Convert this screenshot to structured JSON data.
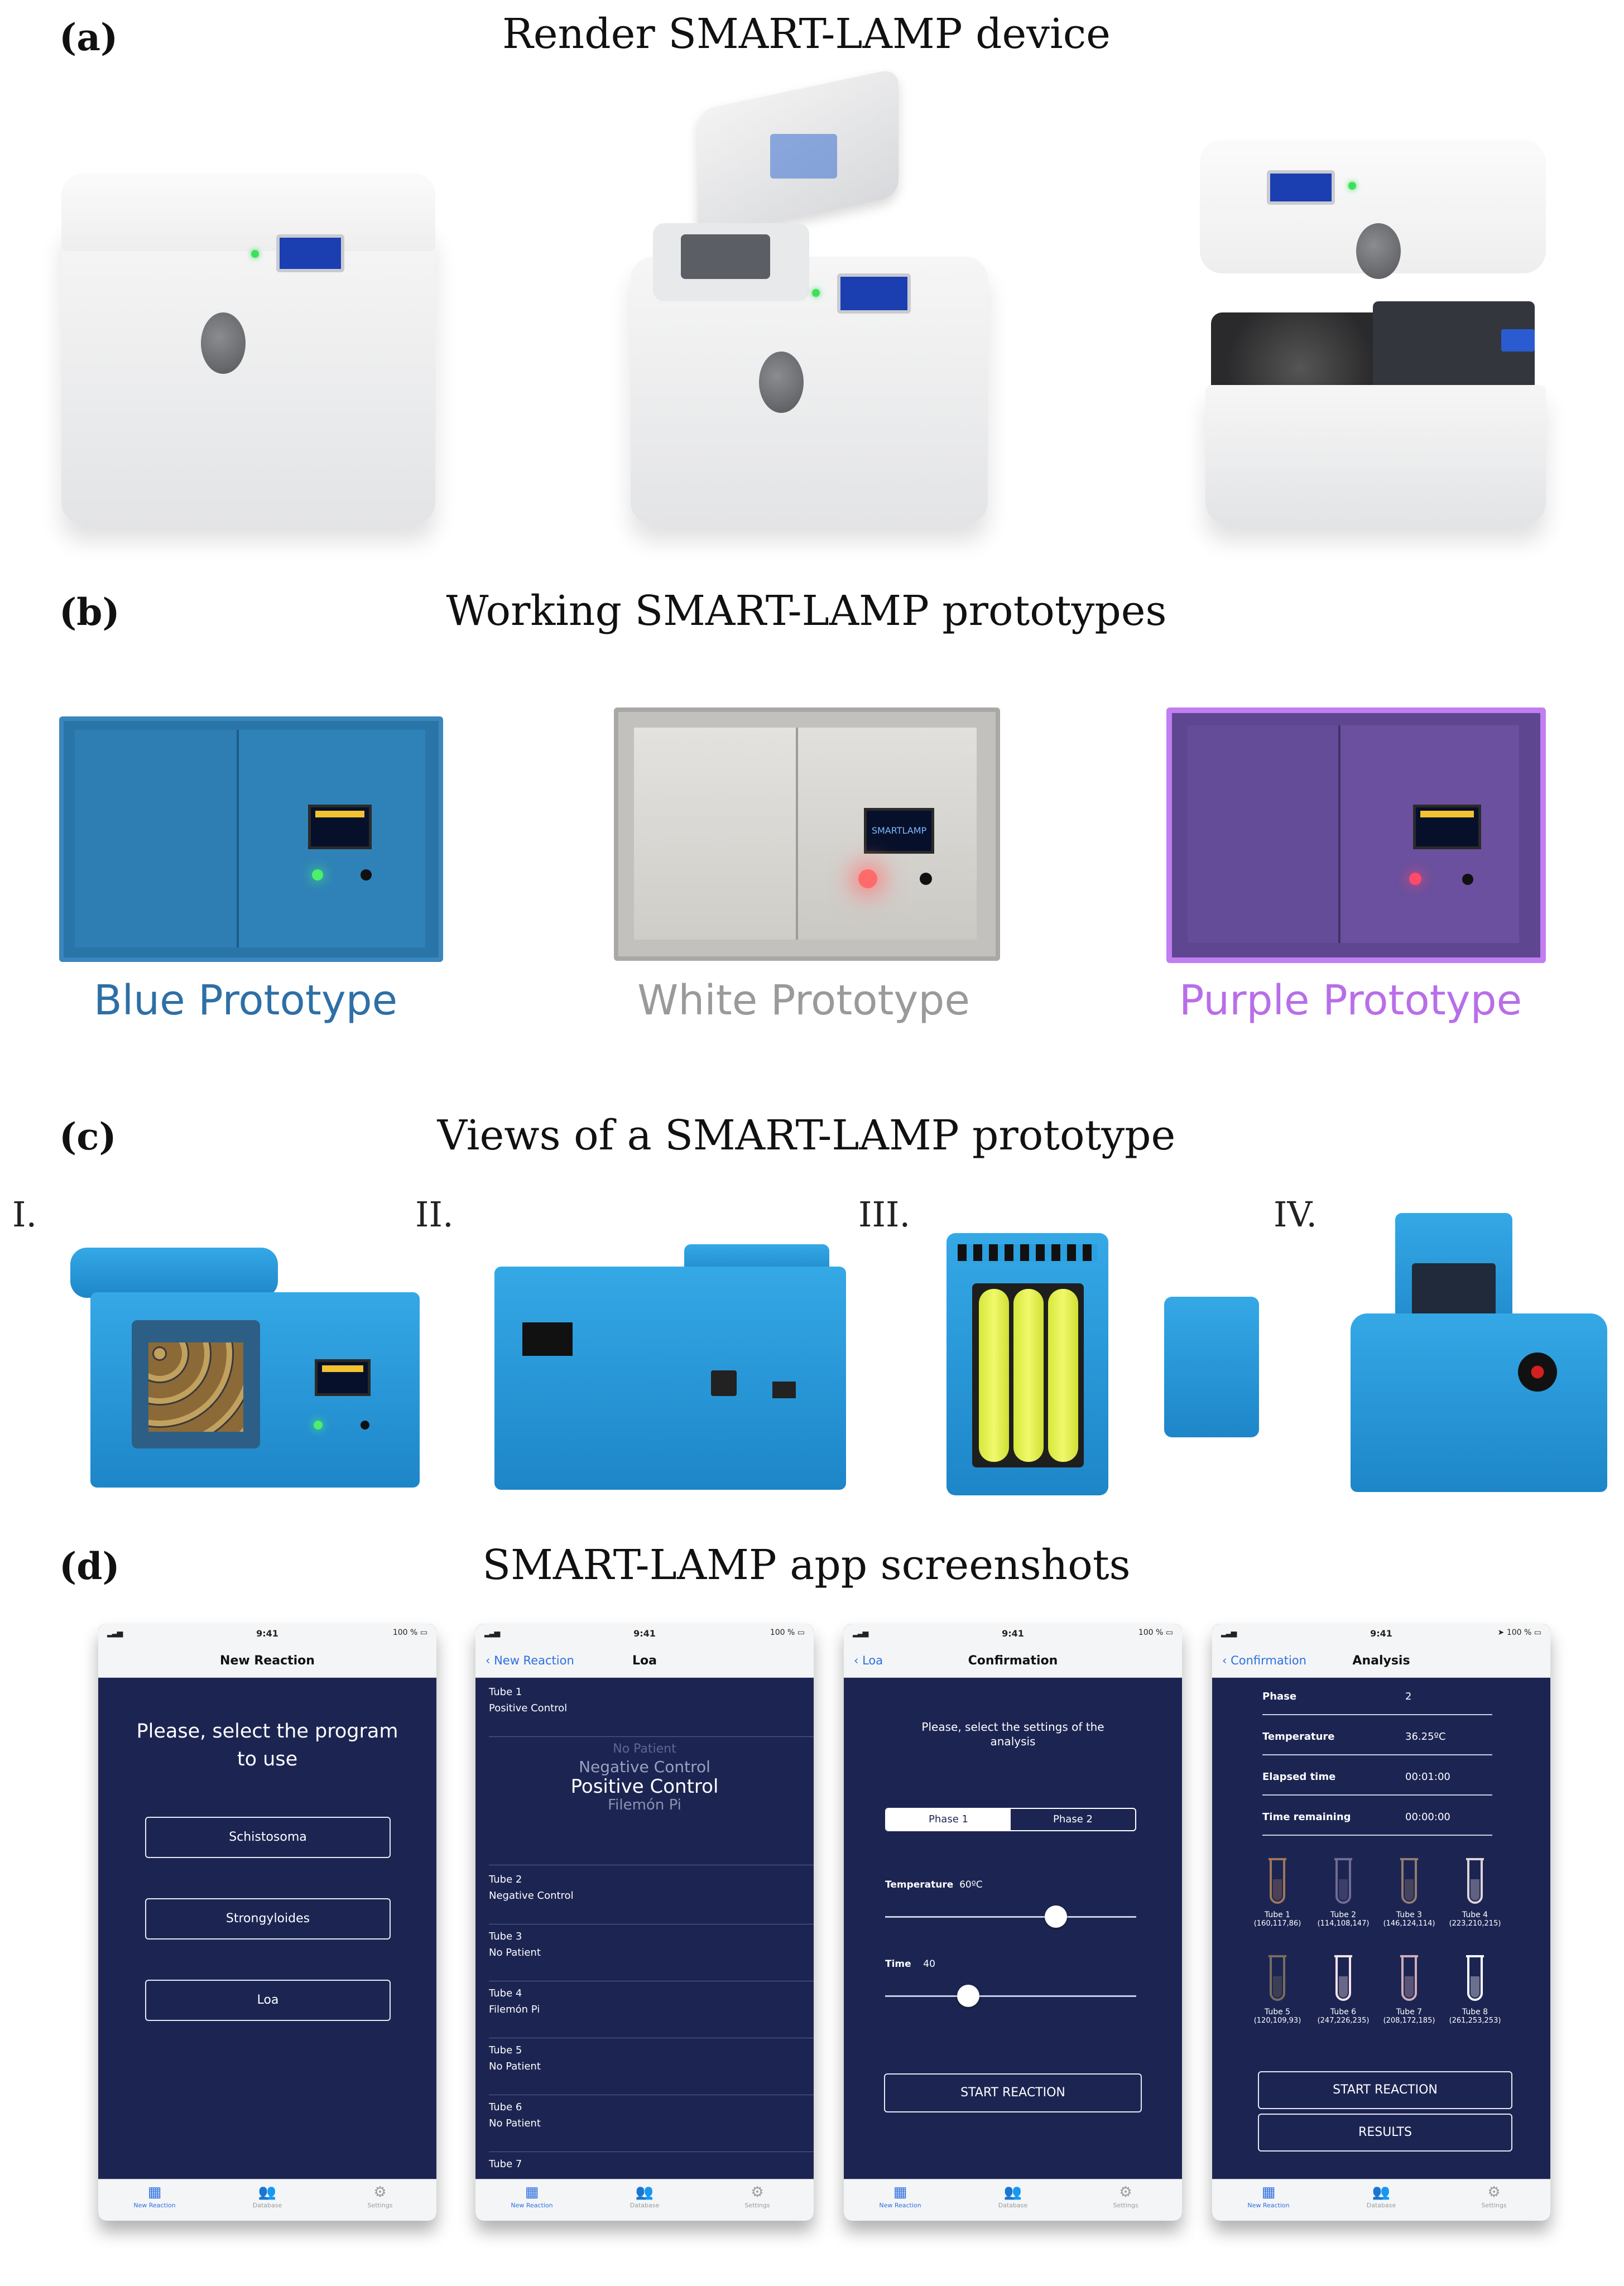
{
  "panels": {
    "a": {
      "label": "(a)",
      "title": "Render SMART-LAMP device"
    },
    "b": {
      "label": "(b)",
      "title": "Working SMART-LAMP prototypes",
      "prototypes": [
        {
          "name": "Blue Prototype",
          "color": "#2e6fa6"
        },
        {
          "name": "White Prototype",
          "color": "#9a9a9a"
        },
        {
          "name": "Purple Prototype",
          "color": "#b86ee8"
        }
      ]
    },
    "c": {
      "label": "(c)",
      "title": "Views of a SMART-LAMP prototype",
      "views": [
        "I.",
        "II.",
        "III.",
        "IV."
      ]
    },
    "d": {
      "label": "(d)",
      "title": "SMART-LAMP app screenshots"
    }
  },
  "oled_text": "SMARTLAMP",
  "phone_common": {
    "time": "9:41",
    "battery": "100 %",
    "tabs": [
      "New Reaction",
      "Database",
      "Settings"
    ]
  },
  "screen1": {
    "title": "New Reaction",
    "prompt": "Please, select the program to use",
    "programs": [
      "Schistosoma",
      "Strongyloides",
      "Loa"
    ]
  },
  "screen2": {
    "back": "New Reaction",
    "title": "Loa",
    "first_tube": {
      "name": "Tube 1",
      "value": "Positive Control"
    },
    "picker": {
      "above": "No Patient",
      "prev": "Negative Control",
      "selected": "Positive Control",
      "next": "Filemón Pi"
    },
    "tubes": [
      {
        "name": "Tube 2",
        "value": "Negative Control"
      },
      {
        "name": "Tube 3",
        "value": "No Patient"
      },
      {
        "name": "Tube 4",
        "value": "Filemón Pi"
      },
      {
        "name": "Tube 5",
        "value": "No Patient"
      },
      {
        "name": "Tube 6",
        "value": "No Patient"
      },
      {
        "name": "Tube 7",
        "value": ""
      }
    ]
  },
  "screen3": {
    "back": "Loa",
    "title": "Confirmation",
    "prompt": "Please, select the settings of the analysis",
    "phases": [
      "Phase 1",
      "Phase 2"
    ],
    "temperature": {
      "label": "Temperature",
      "value": "60ºC",
      "level": 0.68
    },
    "time": {
      "label": "Time",
      "value": "40",
      "level": 0.33
    },
    "start": "START REACTION"
  },
  "screen4": {
    "back": "Confirmation",
    "title": "Analysis",
    "rows": [
      {
        "k": "Phase",
        "v": "2"
      },
      {
        "k": "Temperature",
        "v": "36.25ºC"
      },
      {
        "k": "Elapsed time",
        "v": "00:01:00"
      },
      {
        "k": "Time remaining",
        "v": "00:00:00"
      }
    ],
    "tubes": [
      {
        "name": "Tube 1",
        "rgb": "(160,117,86)",
        "color": "#a0755"
      },
      {
        "name": "Tube 2",
        "rgb": "(114,108,147)",
        "color": "#726c93"
      },
      {
        "name": "Tube 3",
        "rgb": "(146,124,114)",
        "color": "#927c72"
      },
      {
        "name": "Tube 4",
        "rgb": "(223,210,215)",
        "color": "#dfd2d7"
      },
      {
        "name": "Tube 5",
        "rgb": "(120,109,93)",
        "color": "#786d5d"
      },
      {
        "name": "Tube 6",
        "rgb": "(247,226,235)",
        "color": "#f7e2eb"
      },
      {
        "name": "Tube 7",
        "rgb": "(208,172,185)",
        "color": "#d0acb9"
      },
      {
        "name": "Tube 8",
        "rgb": "(261,253,253)",
        "color": "#fdfdfd"
      }
    ],
    "start": "START REACTION",
    "results": "RESULTS"
  }
}
